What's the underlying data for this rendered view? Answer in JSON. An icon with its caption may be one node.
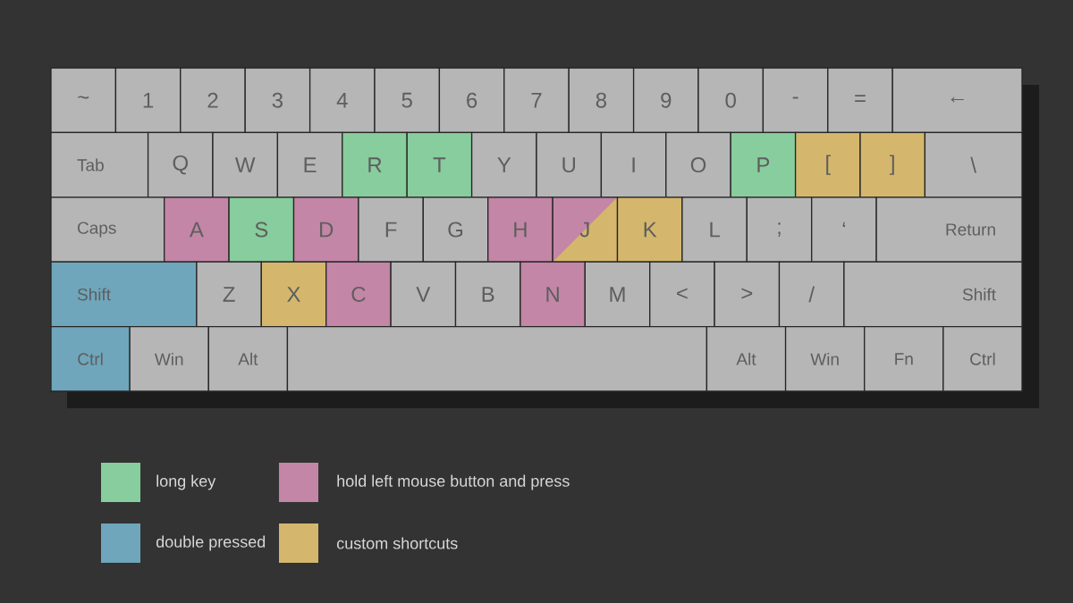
{
  "diagram": {
    "nodes": [
      {
        "text": [
          "~"
        ]
      },
      {
        "text": [
          "1"
        ]
      },
      {
        "text": [
          "2"
        ]
      },
      {
        "text": [
          "3"
        ]
      },
      {
        "text": [
          "4"
        ]
      },
      {
        "text": [
          "5"
        ]
      },
      {
        "text": [
          "6"
        ]
      },
      {
        "text": [
          "7"
        ]
      },
      {
        "text": [
          "8"
        ]
      },
      {
        "text": [
          "9"
        ]
      },
      {
        "text": [
          "0"
        ]
      },
      {
        "text": [
          "-"
        ]
      },
      {
        "text": [
          "="
        ]
      },
      {
        "text": [
          "←"
        ]
      },
      {
        "text": [
          "Tab"
        ]
      },
      {
        "text": [
          "Q"
        ]
      },
      {
        "text": [
          "W"
        ]
      },
      {
        "text": [
          "E"
        ]
      },
      {
        "text": [
          "R"
        ]
      },
      {
        "text": [
          "T"
        ]
      },
      {
        "text": [
          "Y"
        ]
      },
      {
        "text": [
          "U"
        ]
      },
      {
        "text": [
          "I"
        ]
      },
      {
        "text": [
          "O"
        ]
      },
      {
        "text": [
          "P"
        ]
      },
      {
        "text": [
          "["
        ]
      },
      {
        "text": [
          "]"
        ]
      },
      {
        "text": [
          "\\"
        ]
      },
      {
        "text": [
          "Caps"
        ]
      },
      {
        "text": [
          "A"
        ]
      },
      {
        "text": [
          "S"
        ]
      },
      {
        "text": [
          "D"
        ]
      },
      {
        "text": [
          "F"
        ]
      },
      {
        "text": [
          "G"
        ]
      },
      {
        "text": [
          "H"
        ]
      },
      {
        "text": [
          "J"
        ]
      },
      {
        "text": [
          "K"
        ]
      },
      {
        "text": [
          "L"
        ]
      },
      {
        "text": [
          ";"
        ]
      },
      {
        "text": [
          "‘"
        ]
      },
      {
        "text": [
          "Return"
        ]
      },
      {
        "text": [
          "Shift"
        ]
      },
      {
        "text": [
          "Z"
        ]
      },
      {
        "text": [
          "X"
        ]
      },
      {
        "text": [
          "C"
        ]
      },
      {
        "text": [
          "V"
        ]
      },
      {
        "text": [
          "B"
        ]
      },
      {
        "text": [
          "N"
        ]
      },
      {
        "text": [
          "M"
        ]
      },
      {
        "text": [
          "<"
        ]
      },
      {
        "text": [
          ">"
        ]
      },
      {
        "text": [
          "/"
        ]
      },
      {
        "text": [
          "Shift"
        ]
      },
      {
        "text": [
          "Ctrl"
        ]
      },
      {
        "text": [
          "Win"
        ]
      },
      {
        "text": [
          "Alt"
        ]
      },
      {
        "text": [],
        "shape": "box"
      },
      {
        "text": [
          "Alt"
        ]
      },
      {
        "text": [
          "Win"
        ]
      },
      {
        "text": [
          "Fn"
        ]
      },
      {
        "text": [
          "Ctrl"
        ]
      }
    ],
    "legend": [
      {
        "text": "long key",
        "color": "#88cd9d"
      },
      {
        "text": "hold left mouse button and press",
        "color": "#c386a6"
      },
      {
        "text": "double pressed",
        "color": "#6fa6bb"
      },
      {
        "text": "custom shortcuts",
        "color": "#d4b76d"
      }
    ]
  }
}
